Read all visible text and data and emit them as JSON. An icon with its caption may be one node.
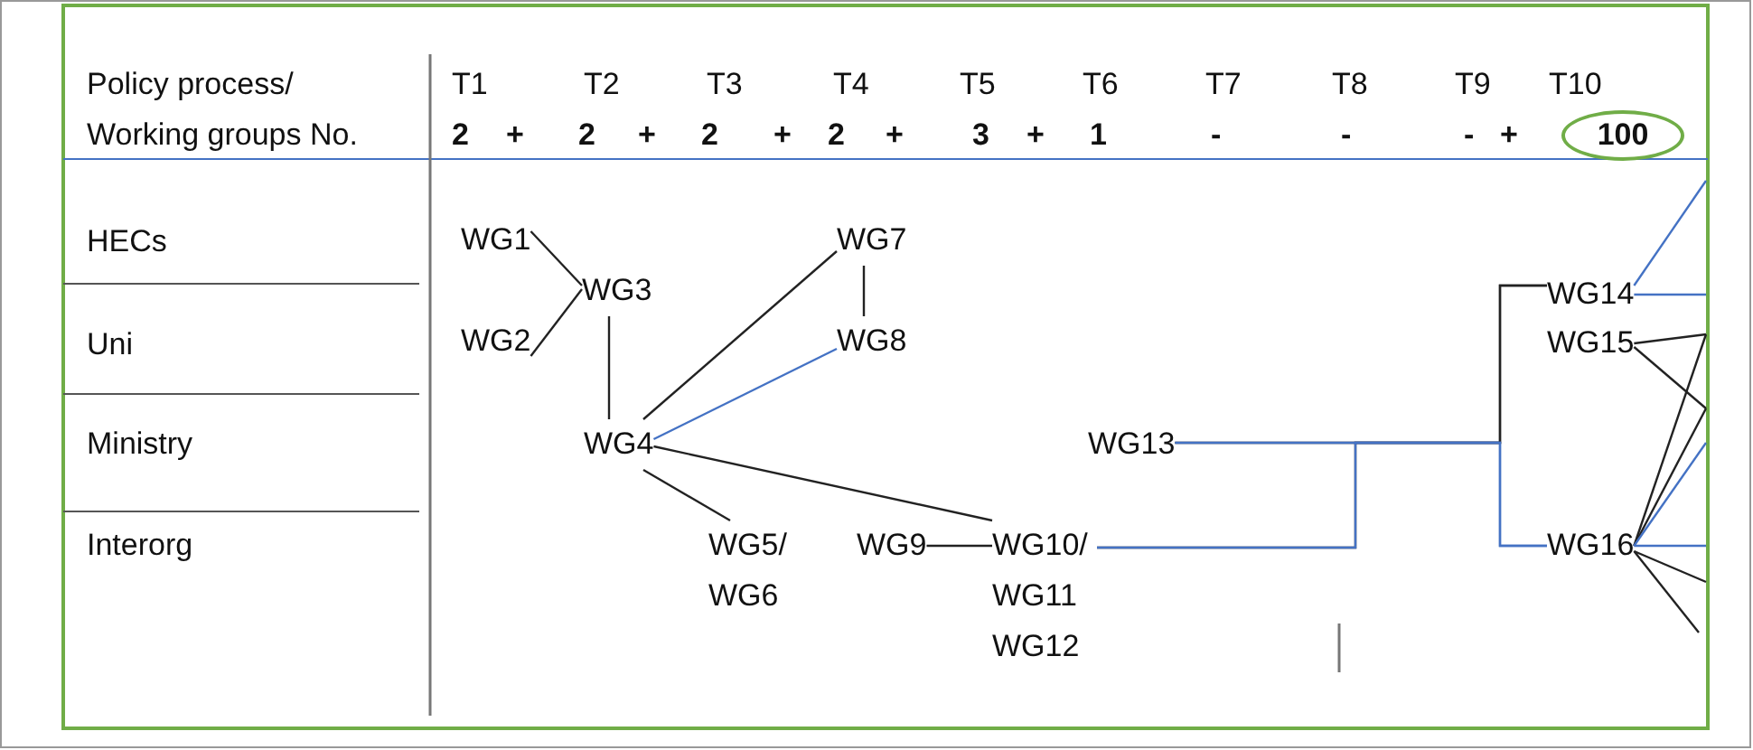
{
  "diagram": {
    "nodes": [
      {
        "text": [
          "100"
        ]
      },
      {
        "text": [
          "WG1"
        ]
      },
      {
        "text": [
          "WG2"
        ]
      },
      {
        "text": [
          "WG3"
        ]
      },
      {
        "text": [
          "WG4"
        ]
      },
      {
        "text": [
          "WG5/ WG6"
        ]
      },
      {
        "text": [
          "WG7"
        ]
      },
      {
        "text": [
          "WG8"
        ]
      },
      {
        "text": [
          "WG9"
        ]
      },
      {
        "text": [
          "WG10/ WG11 WG12"
        ]
      },
      {
        "text": [
          "WG13"
        ]
      },
      {
        "text": [
          "WG14"
        ]
      },
      {
        "text": [
          "WG15"
        ]
      },
      {
        "text": [
          "WG16"
        ]
      }
    ],
    "edges": [
      {
        "from": 1,
        "to": 3,
        "arrow": "none"
      },
      {
        "from": 2,
        "to": 3,
        "arrow": "none"
      },
      {
        "from": 3,
        "to": 4,
        "arrow": "none"
      },
      {
        "from": 4,
        "to": 6,
        "arrow": "none"
      },
      {
        "from": 4,
        "to": 7,
        "arrow": "none",
        "color": "#4472c4"
      },
      {
        "from": 6,
        "to": 7,
        "arrow": "none"
      },
      {
        "from": 4,
        "to": 5,
        "arrow": "none"
      },
      {
        "from": 4,
        "to": 9,
        "arrow": "none"
      },
      {
        "from": 8,
        "to": 9,
        "arrow": "none"
      },
      {
        "from": 9,
        "to": 11,
        "arrow": "none"
      },
      {
        "from": 10,
        "to": 11,
        "arrow": "none"
      },
      {
        "from": 9,
        "to": 13,
        "arrow": "none",
        "color": "#4472c4"
      },
      {
        "from": 10,
        "to": 13,
        "arrow": "none",
        "color": "#4472c4"
      },
      {
        "from": 11,
        "to": null,
        "arrow": "none",
        "color": "#4472c4"
      },
      {
        "from": 11,
        "to": null,
        "arrow": "none",
        "color": "#4472c4"
      },
      {
        "from": 12,
        "to": null,
        "arrow": "none"
      },
      {
        "from": 12,
        "to": null,
        "arrow": "none"
      },
      {
        "from": 13,
        "to": null,
        "arrow": "none"
      },
      {
        "from": 13,
        "to": null,
        "arrow": "none"
      },
      {
        "from": 13,
        "to": null,
        "arrow": "none",
        "color": "#4472c4"
      },
      {
        "from": 13,
        "to": null,
        "arrow": "none",
        "color": "#4472c4"
      },
      {
        "from": 13,
        "to": null,
        "arrow": "none"
      },
      {
        "from": 13,
        "to": null,
        "arrow": "none"
      }
    ],
    "labels": [
      "Policy process/ Working groups No.",
      "T1",
      "T2",
      "T3",
      "T4",
      "T5",
      "T6",
      "T7",
      "T8",
      "T9",
      "T10",
      "2",
      "+",
      "2",
      "+",
      "2",
      "+",
      "2",
      "+",
      "3",
      "+",
      "1",
      "-",
      "-",
      "-",
      "+",
      "HECs",
      "Uni",
      "Ministry",
      "Interorg"
    ]
  }
}
